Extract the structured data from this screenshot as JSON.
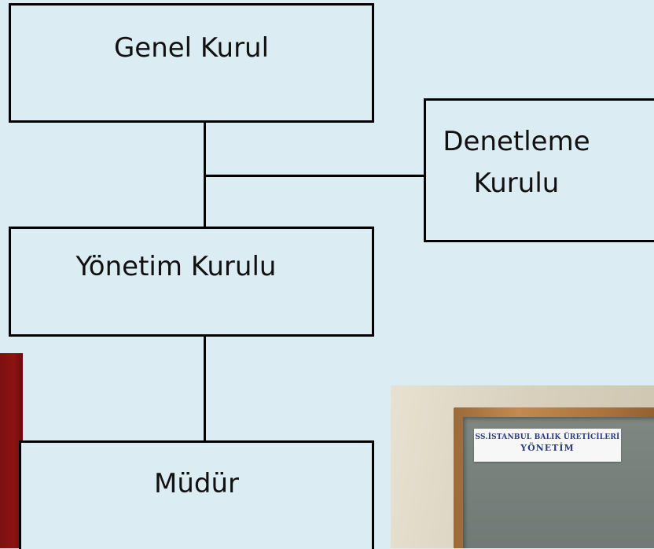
{
  "org_chart": {
    "nodes": [
      {
        "id": "genel-kurul",
        "label": "Genel Kurul"
      },
      {
        "id": "denetleme-kurulu",
        "label_line1": "Denetleme",
        "label_line2": "Kurulu"
      },
      {
        "id": "yonetim-kurulu",
        "label": "Yönetim Kurulu"
      },
      {
        "id": "mudur",
        "label": "Müdür"
      }
    ],
    "edges": [
      {
        "from": "genel-kurul",
        "to": "yonetim-kurulu"
      },
      {
        "from": "genel-kurul",
        "to": "denetleme-kurulu"
      },
      {
        "from": "yonetim-kurulu",
        "to": "mudur"
      }
    ]
  },
  "photo": {
    "sign_line1": "SS.İSTANBUL BALIK ÜRETİCİLERİ",
    "sign_line2": "YÖNETİM"
  },
  "colors": {
    "background": "#dbecf2",
    "side_bar": "#8c1412",
    "sign_text": "#2a3b86"
  }
}
